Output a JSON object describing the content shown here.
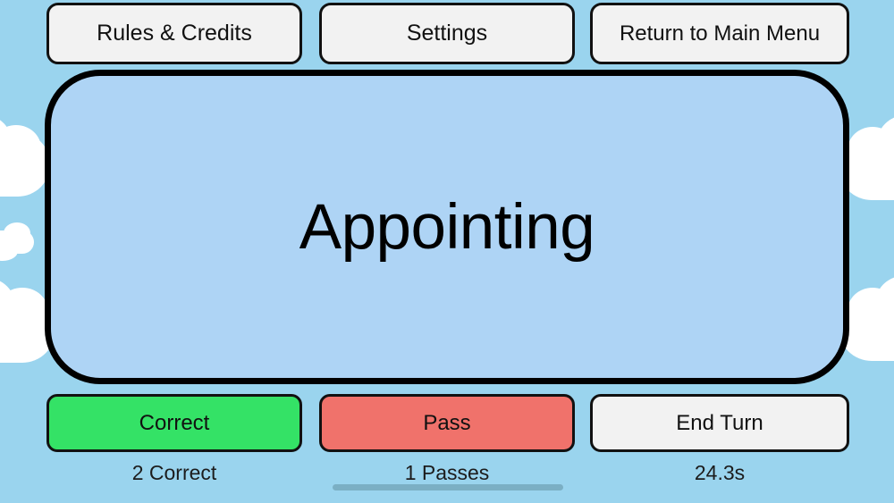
{
  "app": {
    "background_color": "#9ad4ee",
    "card_color": "#aed4f5",
    "cloud_color": "#ffffff"
  },
  "topbar": {
    "rules_label": "Rules & Credits",
    "settings_label": "Settings",
    "return_label": "Return to Main Menu"
  },
  "card": {
    "word": "Appointing"
  },
  "actions": {
    "correct_label": "Correct",
    "pass_label": "Pass",
    "end_turn_label": "End Turn",
    "correct_color": "#34e266",
    "pass_color": "#f0726b",
    "end_turn_color": "#f2f2f2"
  },
  "stats": {
    "correct_count": "2 Correct",
    "pass_count": "1 Passes",
    "timer": "24.3s"
  },
  "system": {
    "gesture_handle_color": "#7bafc4"
  }
}
